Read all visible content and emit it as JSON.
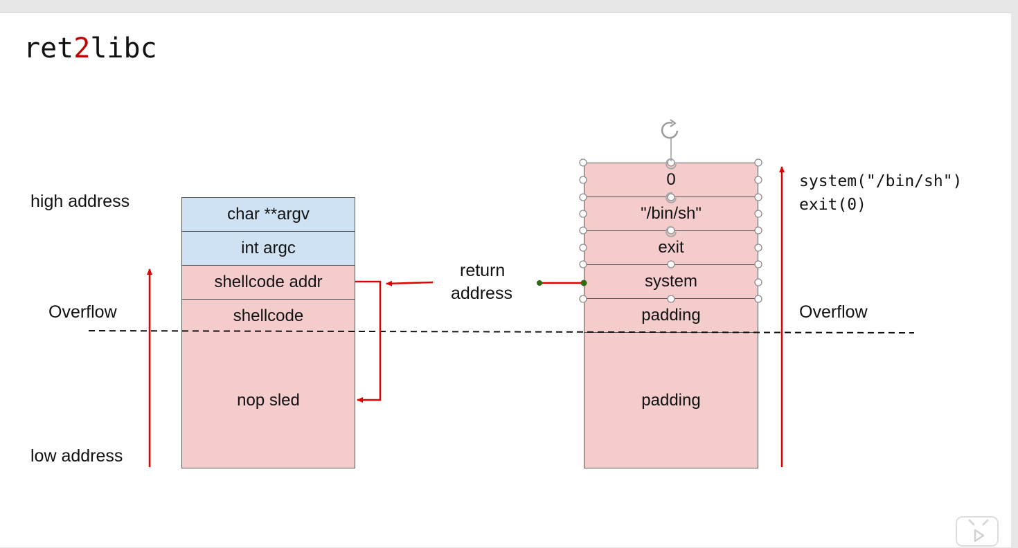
{
  "slide_title": {
    "prefix": "ret",
    "accent": "2",
    "suffix": "libc"
  },
  "left": {
    "high_label": "high address",
    "overflow_label": "Overflow",
    "low_label": "low address",
    "cells": [
      "char **argv",
      "int argc",
      "shellcode addr",
      "shellcode",
      "nop sled"
    ]
  },
  "middle": {
    "return_label_line1": "return",
    "return_label_line2": "address"
  },
  "right": {
    "cells": [
      "0",
      "\"/bin/sh\"",
      "exit",
      "system",
      "padding",
      "padding"
    ],
    "overflow_label": "Overflow",
    "code_line1": "system(\"/bin/sh\")",
    "code_line2": "exit(0)"
  },
  "colors": {
    "accent": "#c00000",
    "arrow": "#e00000",
    "blue_cell": "#cfe2f3",
    "pink_cell": "#f4cccc",
    "handle_green": "#2e6b12"
  },
  "icons": [
    "rotate-handle-icon",
    "video-play-icon"
  ]
}
